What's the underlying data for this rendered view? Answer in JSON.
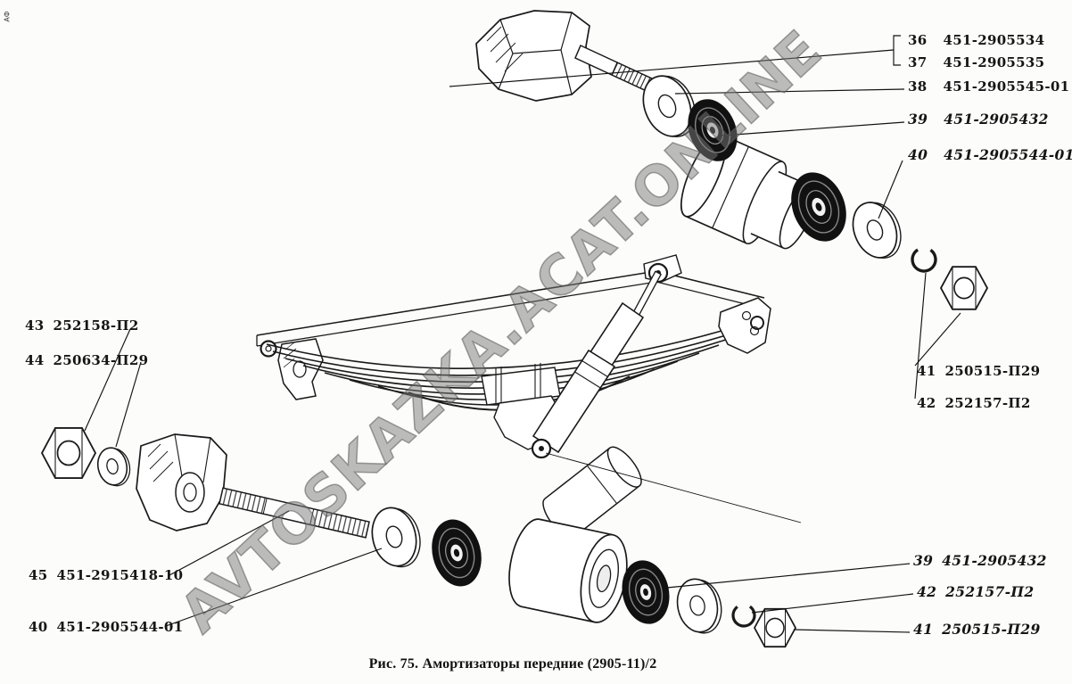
{
  "page": {
    "corner_mark": "АФ",
    "watermark": "AVTOSKAZKA.ACAT.ONLINE",
    "caption": "Рис. 75. Амортизаторы передние (2905-11)/2"
  },
  "callouts": {
    "top_right": {
      "c36": {
        "num": "36",
        "part": "451-2905534"
      },
      "c37": {
        "num": "37",
        "part": "451-2905535"
      },
      "c38": {
        "num": "38",
        "part": "451-2905545-01"
      },
      "c39": {
        "num": "39",
        "part": "451-2905432"
      },
      "c40": {
        "num": "40",
        "part": "451-2905544-01"
      }
    },
    "middle_right": {
      "c41": {
        "num": "41",
        "part": "250515-П29"
      },
      "c42": {
        "num": "42",
        "part": "252157-П2"
      }
    },
    "middle_left": {
      "c43": {
        "num": "43",
        "part": "252158-П2"
      },
      "c44": {
        "num": "44",
        "part": "250634-П29"
      }
    },
    "bottom_left": {
      "c45": {
        "num": "45",
        "part": "451-2915418-10"
      },
      "c40": {
        "num": "40",
        "part": "451-2905544-01"
      }
    },
    "bottom_right": {
      "c39": {
        "num": "39",
        "part": "451-2905432"
      },
      "c42": {
        "num": "42",
        "part": "252157-П2"
      },
      "c41": {
        "num": "41",
        "part": "250515-П29"
      }
    }
  }
}
